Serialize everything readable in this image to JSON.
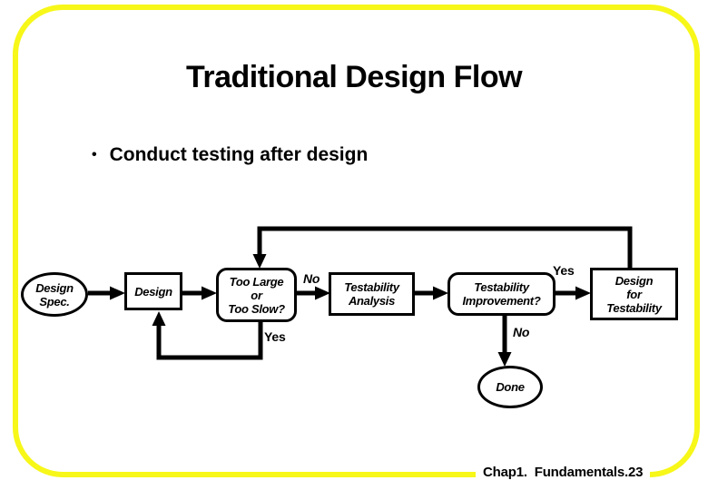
{
  "colors": {
    "border": "#F7F719",
    "ink": "#000000",
    "background": "#FFFFFF"
  },
  "slide": {
    "title": "Traditional Design Flow",
    "bullet_marker": "•",
    "bullet_text": "Conduct testing after design",
    "footer": "Chap1.  Fundamentals.23"
  },
  "flowchart": {
    "design_spec": {
      "lines": [
        "Design",
        "Spec."
      ]
    },
    "design": {
      "lines": [
        "Design"
      ]
    },
    "too_large": {
      "lines": [
        "Too Large",
        "or",
        "Too Slow?"
      ]
    },
    "testability_analysis": {
      "lines": [
        "Testability",
        "Analysis"
      ]
    },
    "testability_improvement": {
      "lines": [
        "Testability",
        "Improvement?"
      ]
    },
    "design_for_testability": {
      "lines": [
        "Design",
        "for",
        "Testability"
      ]
    },
    "done": {
      "lines": [
        "Done"
      ]
    },
    "edge_labels": {
      "no_to_analysis": "No",
      "yes_loop_back": "Yes",
      "yes_to_dft": "Yes",
      "no_to_done": "No"
    }
  }
}
